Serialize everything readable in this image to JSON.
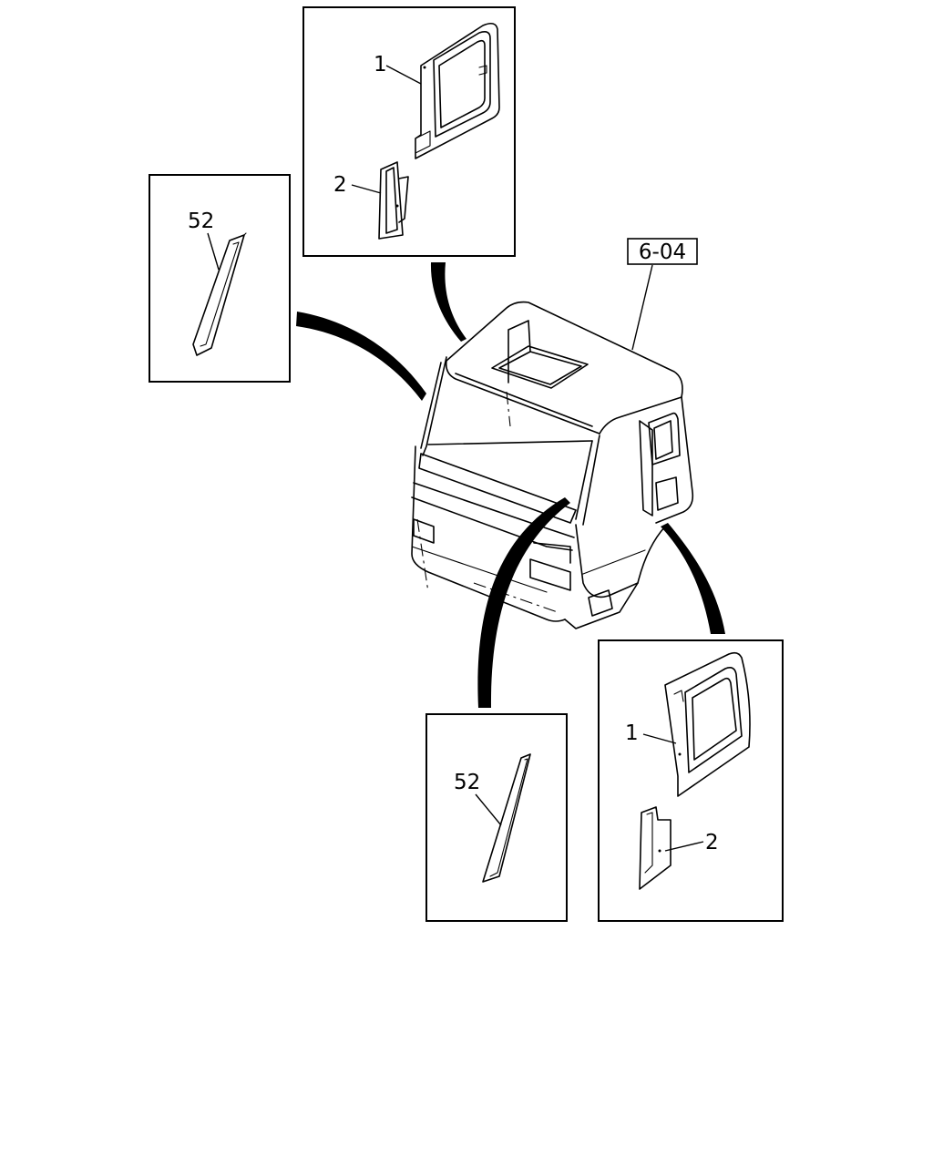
{
  "reference_label": "6-04",
  "callouts": {
    "top_part1": "1",
    "top_part2": "2",
    "left_part52": "52",
    "bottom_part52": "52",
    "right_part1": "1",
    "right_part2": "2"
  }
}
